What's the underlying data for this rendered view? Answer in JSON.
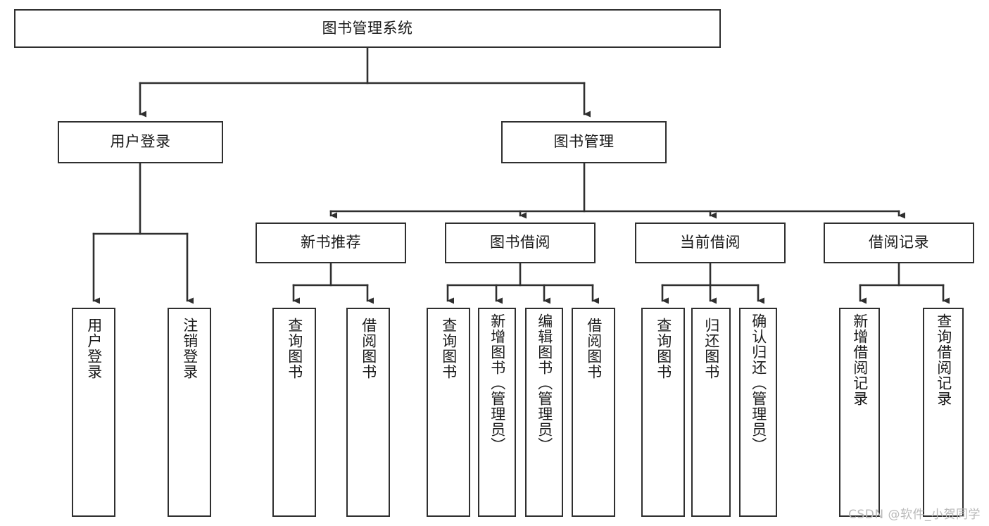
{
  "diagram": {
    "type": "tree-hierarchy-chart",
    "title": "图书管理系统",
    "background_color": "#ffffff",
    "box_border_color": "#2f2f2f",
    "connector_color": "#2f2f2f",
    "text_color": "#1a1a1a",
    "root": {
      "label": "图书管理系统",
      "orientation": "horizontal"
    },
    "level2": [
      {
        "label": "用户登录",
        "orientation": "horizontal"
      },
      {
        "label": "图书管理",
        "orientation": "horizontal"
      }
    ],
    "level3": [
      {
        "label": "新书推荐",
        "orientation": "horizontal"
      },
      {
        "label": "图书借阅",
        "orientation": "horizontal"
      },
      {
        "label": "当前借阅",
        "orientation": "horizontal"
      },
      {
        "label": "借阅记录",
        "orientation": "horizontal"
      }
    ],
    "leaves": {
      "user_login": [
        {
          "label": "用户登录",
          "orientation": "vertical"
        },
        {
          "label": "注销登录",
          "orientation": "vertical"
        }
      ],
      "new_book_recommend": [
        {
          "label": "查询图书",
          "orientation": "vertical"
        },
        {
          "label": "借阅图书",
          "orientation": "vertical"
        }
      ],
      "book_borrow": [
        {
          "label": "查询图书",
          "orientation": "vertical"
        },
        {
          "label": "新增图书（管理员）",
          "orientation": "vertical"
        },
        {
          "label": "编辑图书（管理员）",
          "orientation": "vertical"
        },
        {
          "label": "借阅图书",
          "orientation": "vertical"
        }
      ],
      "current_borrow": [
        {
          "label": "查询图书",
          "orientation": "vertical"
        },
        {
          "label": "归还图书",
          "orientation": "vertical"
        },
        {
          "label": "确认归还（管理员）",
          "orientation": "vertical"
        }
      ],
      "borrow_records": [
        {
          "label": "新增借阅记录",
          "orientation": "vertical"
        },
        {
          "label": "查询借阅记录",
          "orientation": "vertical"
        }
      ]
    },
    "watermark": "CSDN @软件_小贺同学"
  }
}
